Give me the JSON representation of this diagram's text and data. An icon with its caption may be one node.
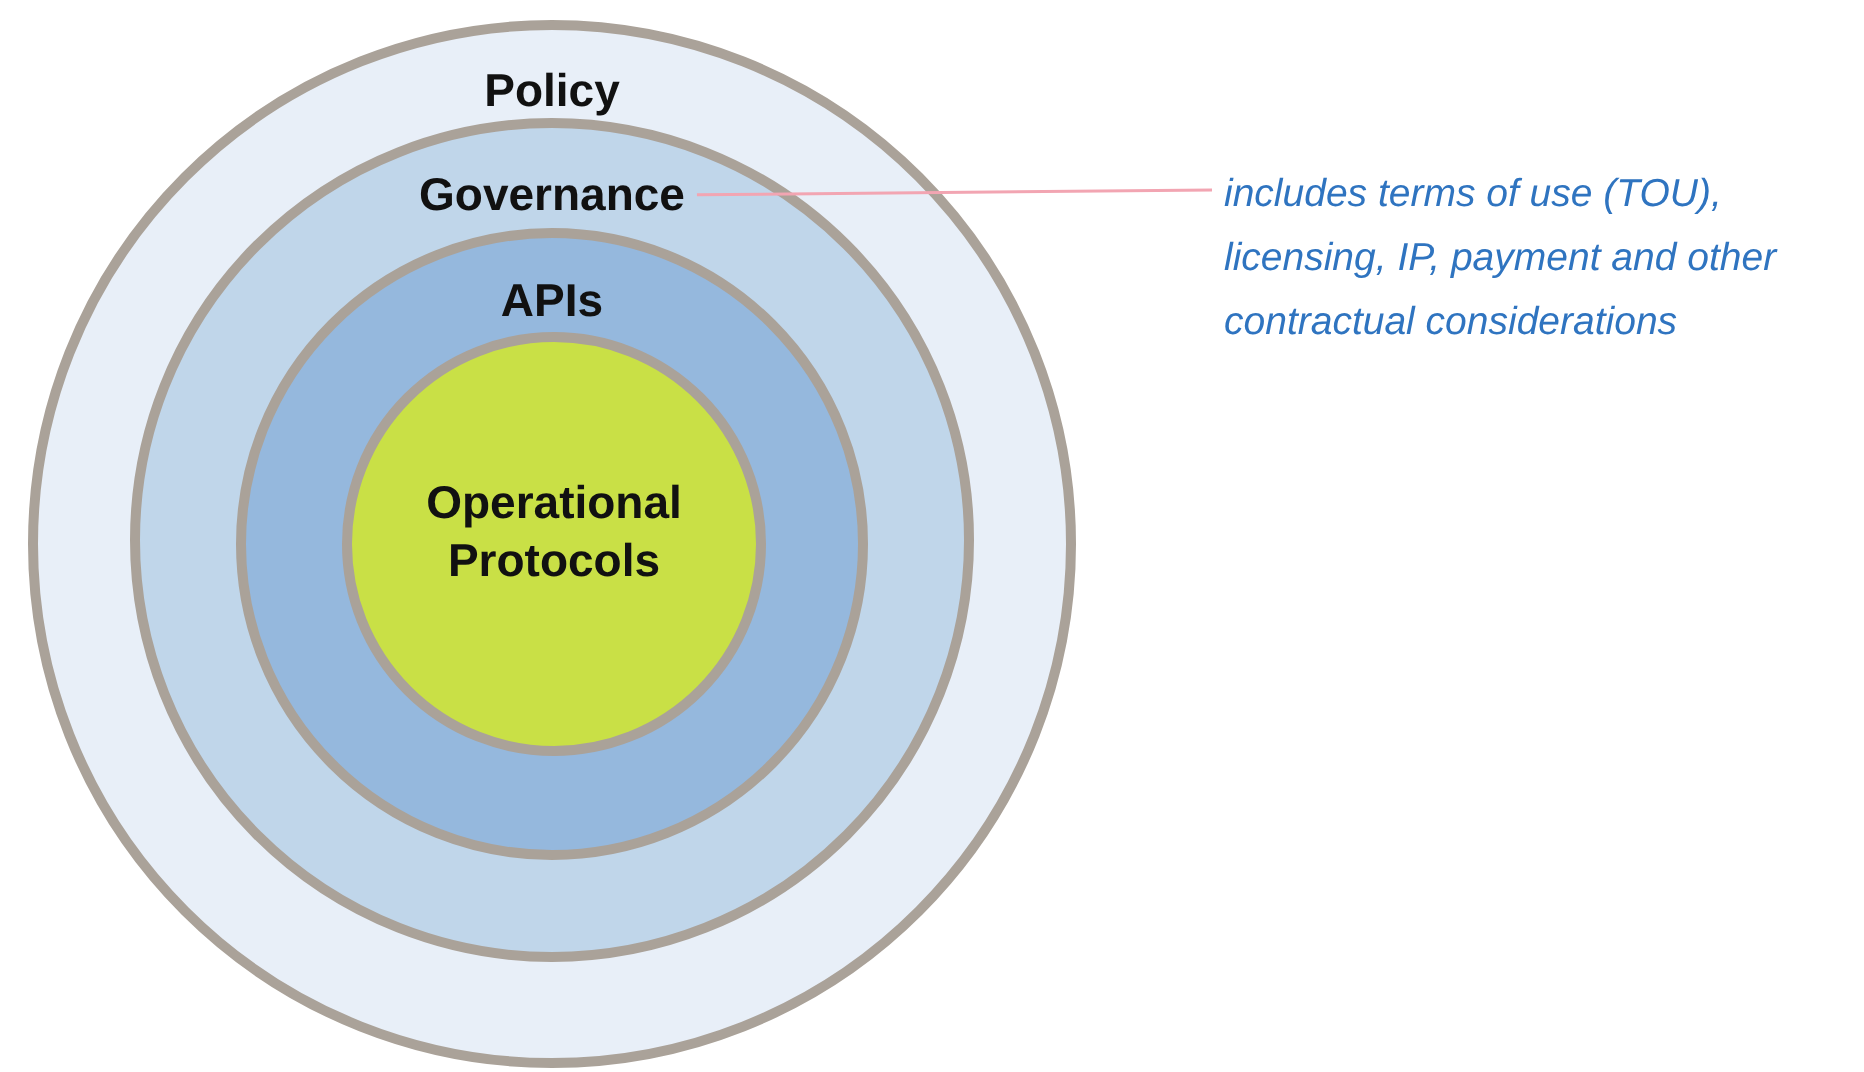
{
  "diagram": {
    "nodes": [
      {
        "text": [
          "Policy"
        ]
      },
      {
        "text": [
          "Governance"
        ],
        "in": 0
      },
      {
        "text": [
          "APIs"
        ],
        "in": 1
      },
      {
        "text": [
          "Operational Protocols"
        ],
        "in": 2
      },
      {
        "text": [
          "includes terms of use (TOU), licensing, IP, payment and other contractual considerations"
        ]
      }
    ],
    "edges": [
      {
        "from": 4,
        "to": 1,
        "arrow": "none",
        "color": "#f2a5b2"
      }
    ]
  }
}
